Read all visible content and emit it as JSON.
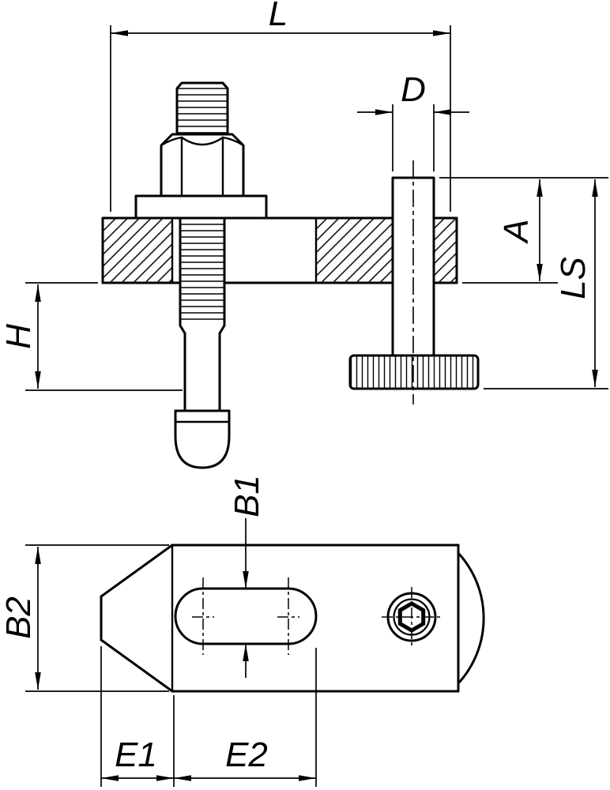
{
  "drawing": {
    "background_color": "#ffffff",
    "line_color": "#000000",
    "labels": {
      "L": "L",
      "D": "D",
      "A": "A",
      "LS": "LS",
      "H": "H",
      "B1": "B1",
      "B2": "B2",
      "E1": "E1",
      "E2": "E2"
    }
  }
}
